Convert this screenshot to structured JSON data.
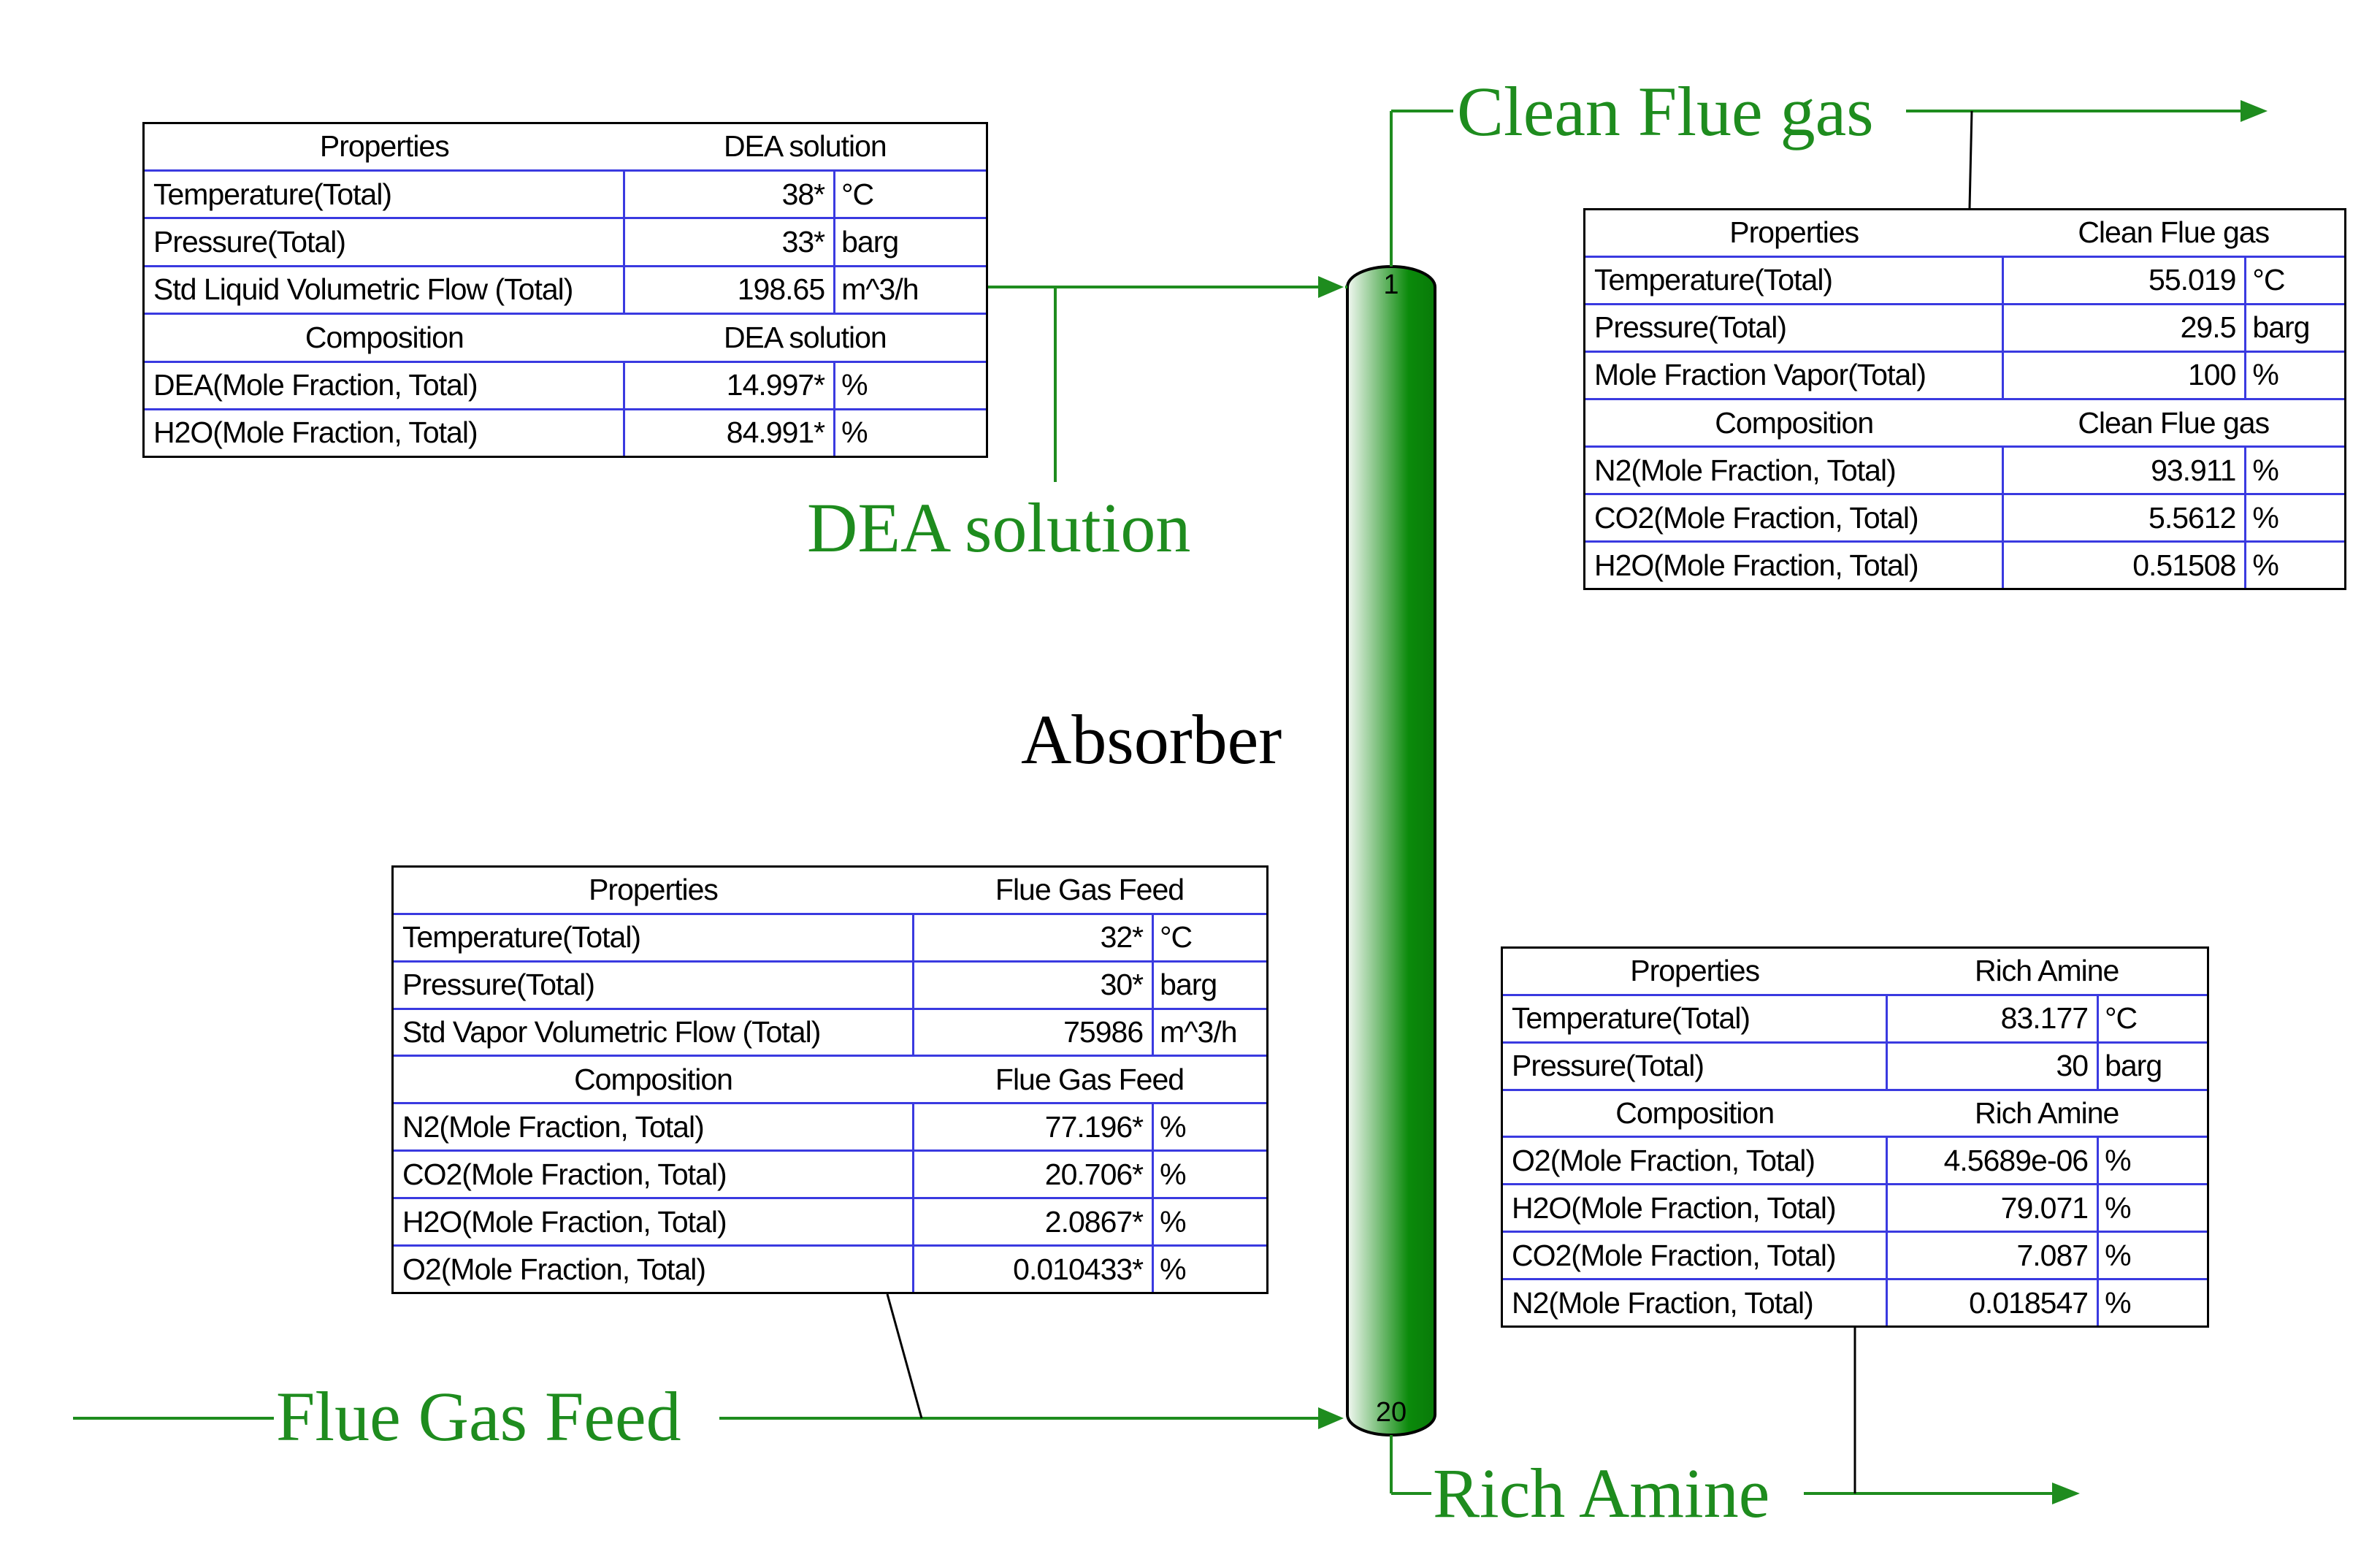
{
  "labels": {
    "clean_flue_gas": "Clean Flue gas",
    "dea_solution": "DEA solution",
    "absorber": "Absorber",
    "flue_gas_feed": "Flue Gas Feed",
    "rich_amine": "Rich Amine",
    "stage_top": "1",
    "stage_bottom": "20"
  },
  "colors": {
    "stream": "#1e8c1e",
    "grid": "#3a3ae0",
    "column_dark": "#0b8a0b",
    "column_light": "#e6f2e6"
  },
  "tables": {
    "dea": {
      "rows": [
        {
          "type": "head",
          "c1": "Properties",
          "c2": "DEA solution"
        },
        {
          "c1": "Temperature(Total)",
          "c2": "38*",
          "c3": "°C"
        },
        {
          "c1": "Pressure(Total)",
          "c2": "33*",
          "c3": "barg"
        },
        {
          "c1": "Std Liquid Volumetric Flow (Total)",
          "c2": "198.65",
          "c3": "m^3/h"
        },
        {
          "type": "head",
          "c1": "Composition",
          "c2": "DEA solution"
        },
        {
          "c1": "DEA(Mole Fraction, Total)",
          "c2": "14.997*",
          "c3": "%"
        },
        {
          "c1": "H2O(Mole Fraction, Total)",
          "c2": "84.991*",
          "c3": "%"
        }
      ]
    },
    "clean": {
      "rows": [
        {
          "type": "head",
          "c1": "Properties",
          "c2": "Clean Flue gas"
        },
        {
          "c1": "Temperature(Total)",
          "c2": "55.019",
          "c3": "°C"
        },
        {
          "c1": "Pressure(Total)",
          "c2": "29.5",
          "c3": "barg"
        },
        {
          "c1": "Mole Fraction Vapor(Total)",
          "c2": "100",
          "c3": "%"
        },
        {
          "type": "head",
          "c1": "Composition",
          "c2": "Clean Flue gas"
        },
        {
          "c1": "N2(Mole Fraction, Total)",
          "c2": "93.911",
          "c3": "%"
        },
        {
          "c1": "CO2(Mole Fraction, Total)",
          "c2": "5.5612",
          "c3": "%"
        },
        {
          "c1": "H2O(Mole Fraction, Total)",
          "c2": "0.51508",
          "c3": "%"
        }
      ]
    },
    "feed": {
      "rows": [
        {
          "type": "head",
          "c1": "Properties",
          "c2": "Flue Gas Feed"
        },
        {
          "c1": "Temperature(Total)",
          "c2": "32*",
          "c3": "°C"
        },
        {
          "c1": "Pressure(Total)",
          "c2": "30*",
          "c3": "barg"
        },
        {
          "c1": "Std Vapor Volumetric Flow (Total)",
          "c2": "75986",
          "c3": "m^3/h"
        },
        {
          "type": "head",
          "c1": "Composition",
          "c2": "Flue Gas Feed"
        },
        {
          "c1": "N2(Mole Fraction, Total)",
          "c2": "77.196*",
          "c3": "%"
        },
        {
          "c1": "CO2(Mole Fraction, Total)",
          "c2": "20.706*",
          "c3": "%"
        },
        {
          "c1": "H2O(Mole Fraction, Total)",
          "c2": "2.0867*",
          "c3": "%"
        },
        {
          "c1": "O2(Mole Fraction, Total)",
          "c2": "0.010433*",
          "c3": "%"
        }
      ]
    },
    "rich": {
      "rows": [
        {
          "type": "head",
          "c1": "Properties",
          "c2": "Rich Amine"
        },
        {
          "c1": "Temperature(Total)",
          "c2": "83.177",
          "c3": "°C"
        },
        {
          "c1": "Pressure(Total)",
          "c2": "30",
          "c3": "barg"
        },
        {
          "type": "head",
          "c1": "Composition",
          "c2": "Rich Amine"
        },
        {
          "c1": "O2(Mole Fraction, Total)",
          "c2": "4.5689e-06",
          "c3": "%"
        },
        {
          "c1": "H2O(Mole Fraction, Total)",
          "c2": "79.071",
          "c3": "%"
        },
        {
          "c1": "CO2(Mole Fraction, Total)",
          "c2": "7.087",
          "c3": "%"
        },
        {
          "c1": "N2(Mole Fraction, Total)",
          "c2": "0.018547",
          "c3": "%"
        }
      ]
    }
  }
}
